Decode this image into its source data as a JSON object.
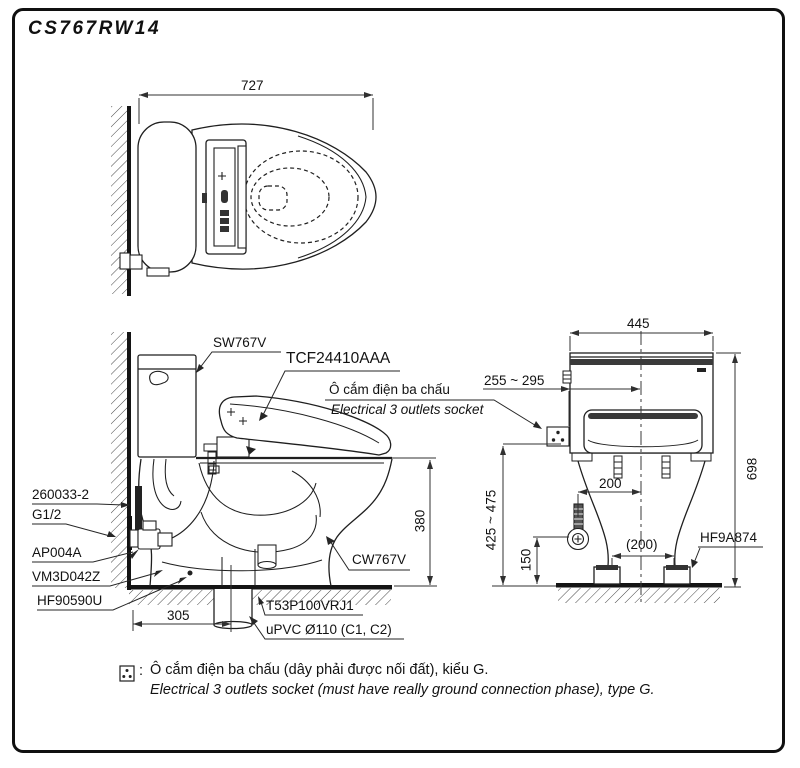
{
  "drawing": {
    "model_code": "CS767RW14"
  },
  "colors": {
    "line": "#1f1f1f",
    "background": "#ffffff",
    "fill_dark": "#3a3a3a"
  },
  "top_view": {
    "dims": {
      "overall_length": "727"
    }
  },
  "side_view": {
    "part_labels": {
      "tank": "SW767V",
      "seat_unit": "TCF24410AAA",
      "socket_note_vi": "Ô cắm điện ba chấu",
      "socket_note_en": "Electrical 3 outlets socket",
      "bowl": "CW767V",
      "supply_pipe": "260033-2",
      "wall_thread": "G1/2",
      "stop_valve": "AP004A",
      "connector": "VM3D042Z",
      "fixing_plug": "HF90590U",
      "drain_joint": "T53P100VRJ1",
      "drain_pipe": "uPVC Ø110 (C1, C2)"
    },
    "dims": {
      "rim_height": "380",
      "drain_setback": "305"
    }
  },
  "front_view": {
    "part_labels": {
      "bolt_cap": "HF9A874"
    },
    "dims": {
      "tank_width": "445",
      "total_height": "698",
      "socket_offset_h": "255 ~ 295",
      "socket_offset_v": "425 ~ 475",
      "valve_height": "150",
      "supply_offset": "200",
      "bolt_pitch": "(200)"
    }
  },
  "legend": {
    "colon": ":",
    "note_vi": "Ô cắm điện ba chấu (dây phải được nối đất), kiểu G.",
    "note_en": "Electrical 3 outlets socket (must have really ground connection phase), type G."
  }
}
